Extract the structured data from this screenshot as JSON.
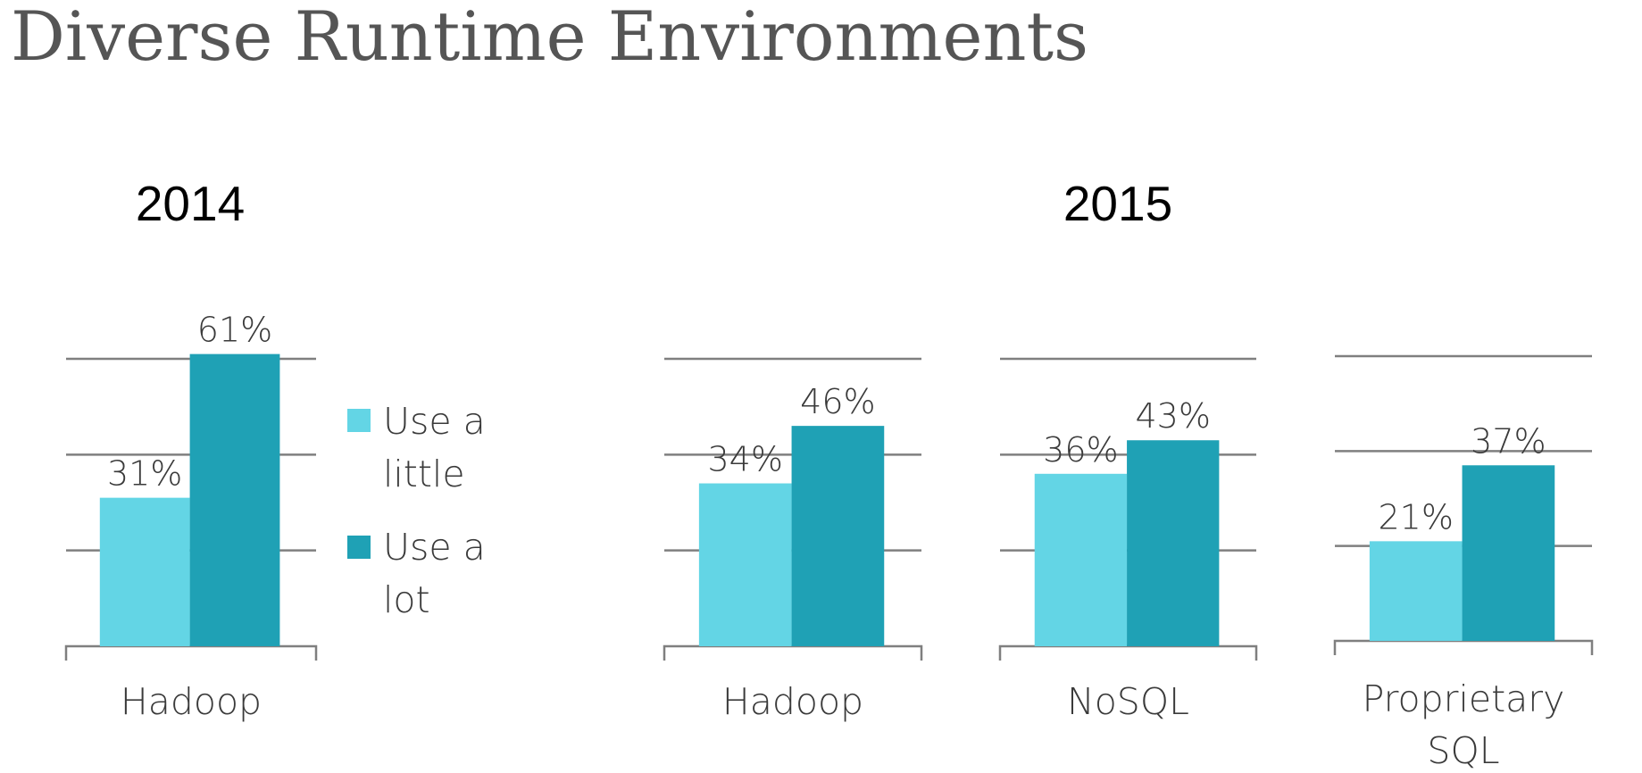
{
  "title": "Diverse Runtime Environments",
  "colors": {
    "use_a_little": "#63d5e5",
    "use_a_lot": "#1fa1b5",
    "gridline": "#7f7f7f",
    "text": "#3a3a3a"
  },
  "legend": {
    "items": [
      {
        "line1": "Use a",
        "line2": "little",
        "color": "#63d5e5"
      },
      {
        "line1": "Use a",
        "line2": "lot",
        "color": "#1fa1b5"
      }
    ]
  },
  "chart_data": [
    {
      "type": "bar",
      "title": "2014",
      "series": [
        {
          "name": "Use a little",
          "values": [
            31
          ]
        },
        {
          "name": "Use a lot",
          "values": [
            61
          ]
        }
      ],
      "panels": [
        {
          "category": [
            "Hadoop"
          ],
          "little": 31,
          "lot": 61,
          "little_label": "31%",
          "lot_label": "61%"
        }
      ],
      "ylim": [
        0,
        60
      ],
      "grid": true,
      "legend_position": "right"
    },
    {
      "type": "bar",
      "title": "2015",
      "series": [
        {
          "name": "Use a little",
          "values": [
            34,
            36,
            21
          ]
        },
        {
          "name": "Use a lot",
          "values": [
            46,
            43,
            37
          ]
        }
      ],
      "panels": [
        {
          "category": [
            "Hadoop"
          ],
          "little": 34,
          "lot": 46,
          "little_label": "34%",
          "lot_label": "46%"
        },
        {
          "category": [
            "NoSQL"
          ],
          "little": 36,
          "lot": 43,
          "little_label": "36%",
          "lot_label": "43%"
        },
        {
          "category": [
            "Proprietary",
            "SQL"
          ],
          "little": 21,
          "lot": 37,
          "little_label": "21%",
          "lot_label": "37%"
        }
      ],
      "ylim": [
        0,
        60
      ],
      "grid": true
    }
  ]
}
